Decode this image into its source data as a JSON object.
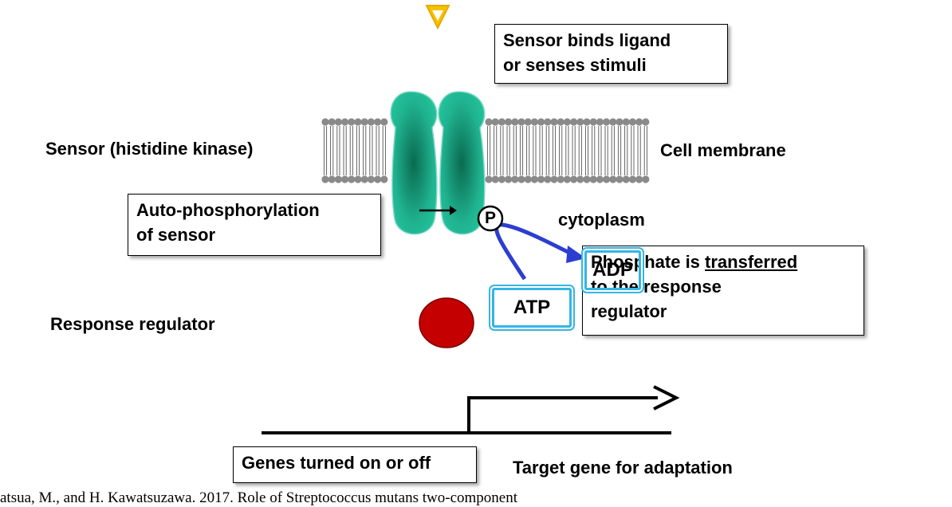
{
  "labels": {
    "sensor": "Sensor (histidine kinase)",
    "cell_membrane": "Cell membrane",
    "cytoplasm": "cytoplasm",
    "response_regulator": "Response regulator",
    "target_gene": "Target gene for adaptation",
    "phosphate_symbol": "P"
  },
  "boxes": {
    "sensor_binds": "Sensor binds ligand\nor senses stimuli",
    "auto_phosphorylation": "Auto-phosphorylation\nof sensor",
    "phosphate_prefix": "Phosphate is ",
    "phosphate_underlined": "transferred",
    "phosphate_rest": "to the response\nregulator",
    "genes_turned": "Genes turned on or off"
  },
  "molecules": {
    "atp": "ATP",
    "adp": "ADP"
  },
  "citation": "atsua, M., and H. Kawatsuzawa. 2017. Role of Streptococcus mutans two-component",
  "icons": {
    "top_marker": "down-triangle-icon"
  },
  "colors": {
    "protein": "#1fb28f",
    "protein_dark": "#0a6a50",
    "arrow_blue": "#2c3ed0",
    "box_cyan": "#35b5e5",
    "regulator_red": "#c40000",
    "marker_yellow": "#f6c200"
  }
}
